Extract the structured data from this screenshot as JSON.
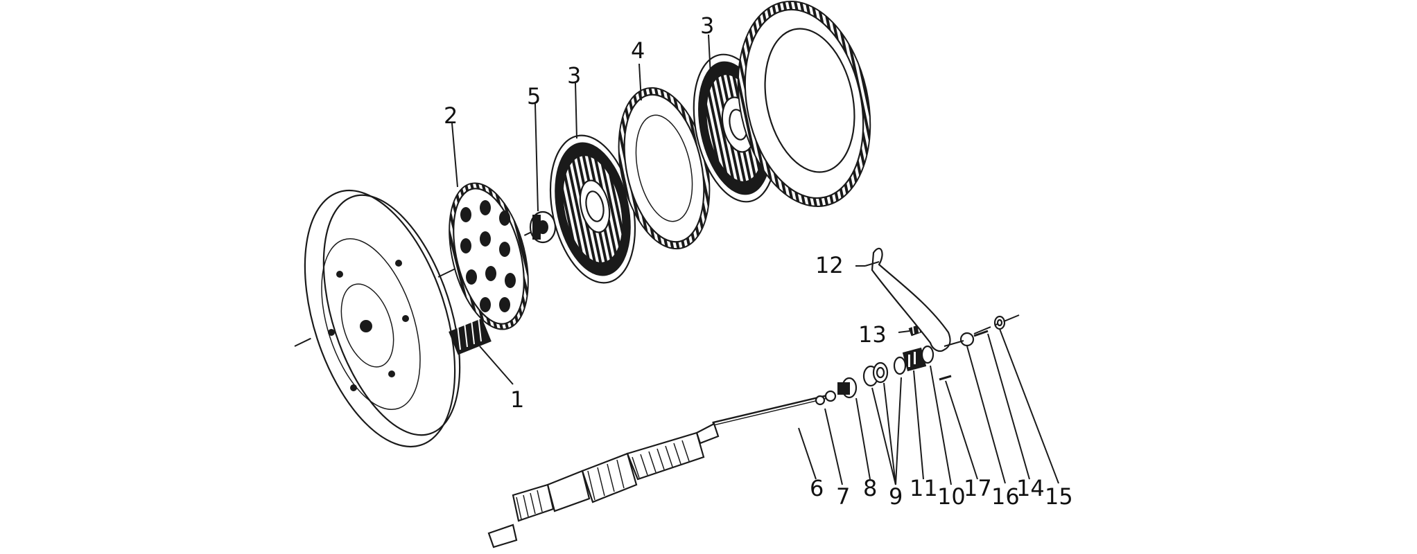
{
  "diagram": {
    "labels": {
      "l1": "1",
      "l2": "2",
      "l3a": "3",
      "l3b": "3",
      "l4": "4",
      "l5": "5",
      "l6": "6",
      "l7": "7",
      "l8": "8",
      "l9": "9",
      "l10": "10",
      "l11": "11",
      "l12": "12",
      "l13": "13",
      "l14": "14",
      "l15": "15",
      "l16": "16",
      "l17": "17"
    }
  }
}
